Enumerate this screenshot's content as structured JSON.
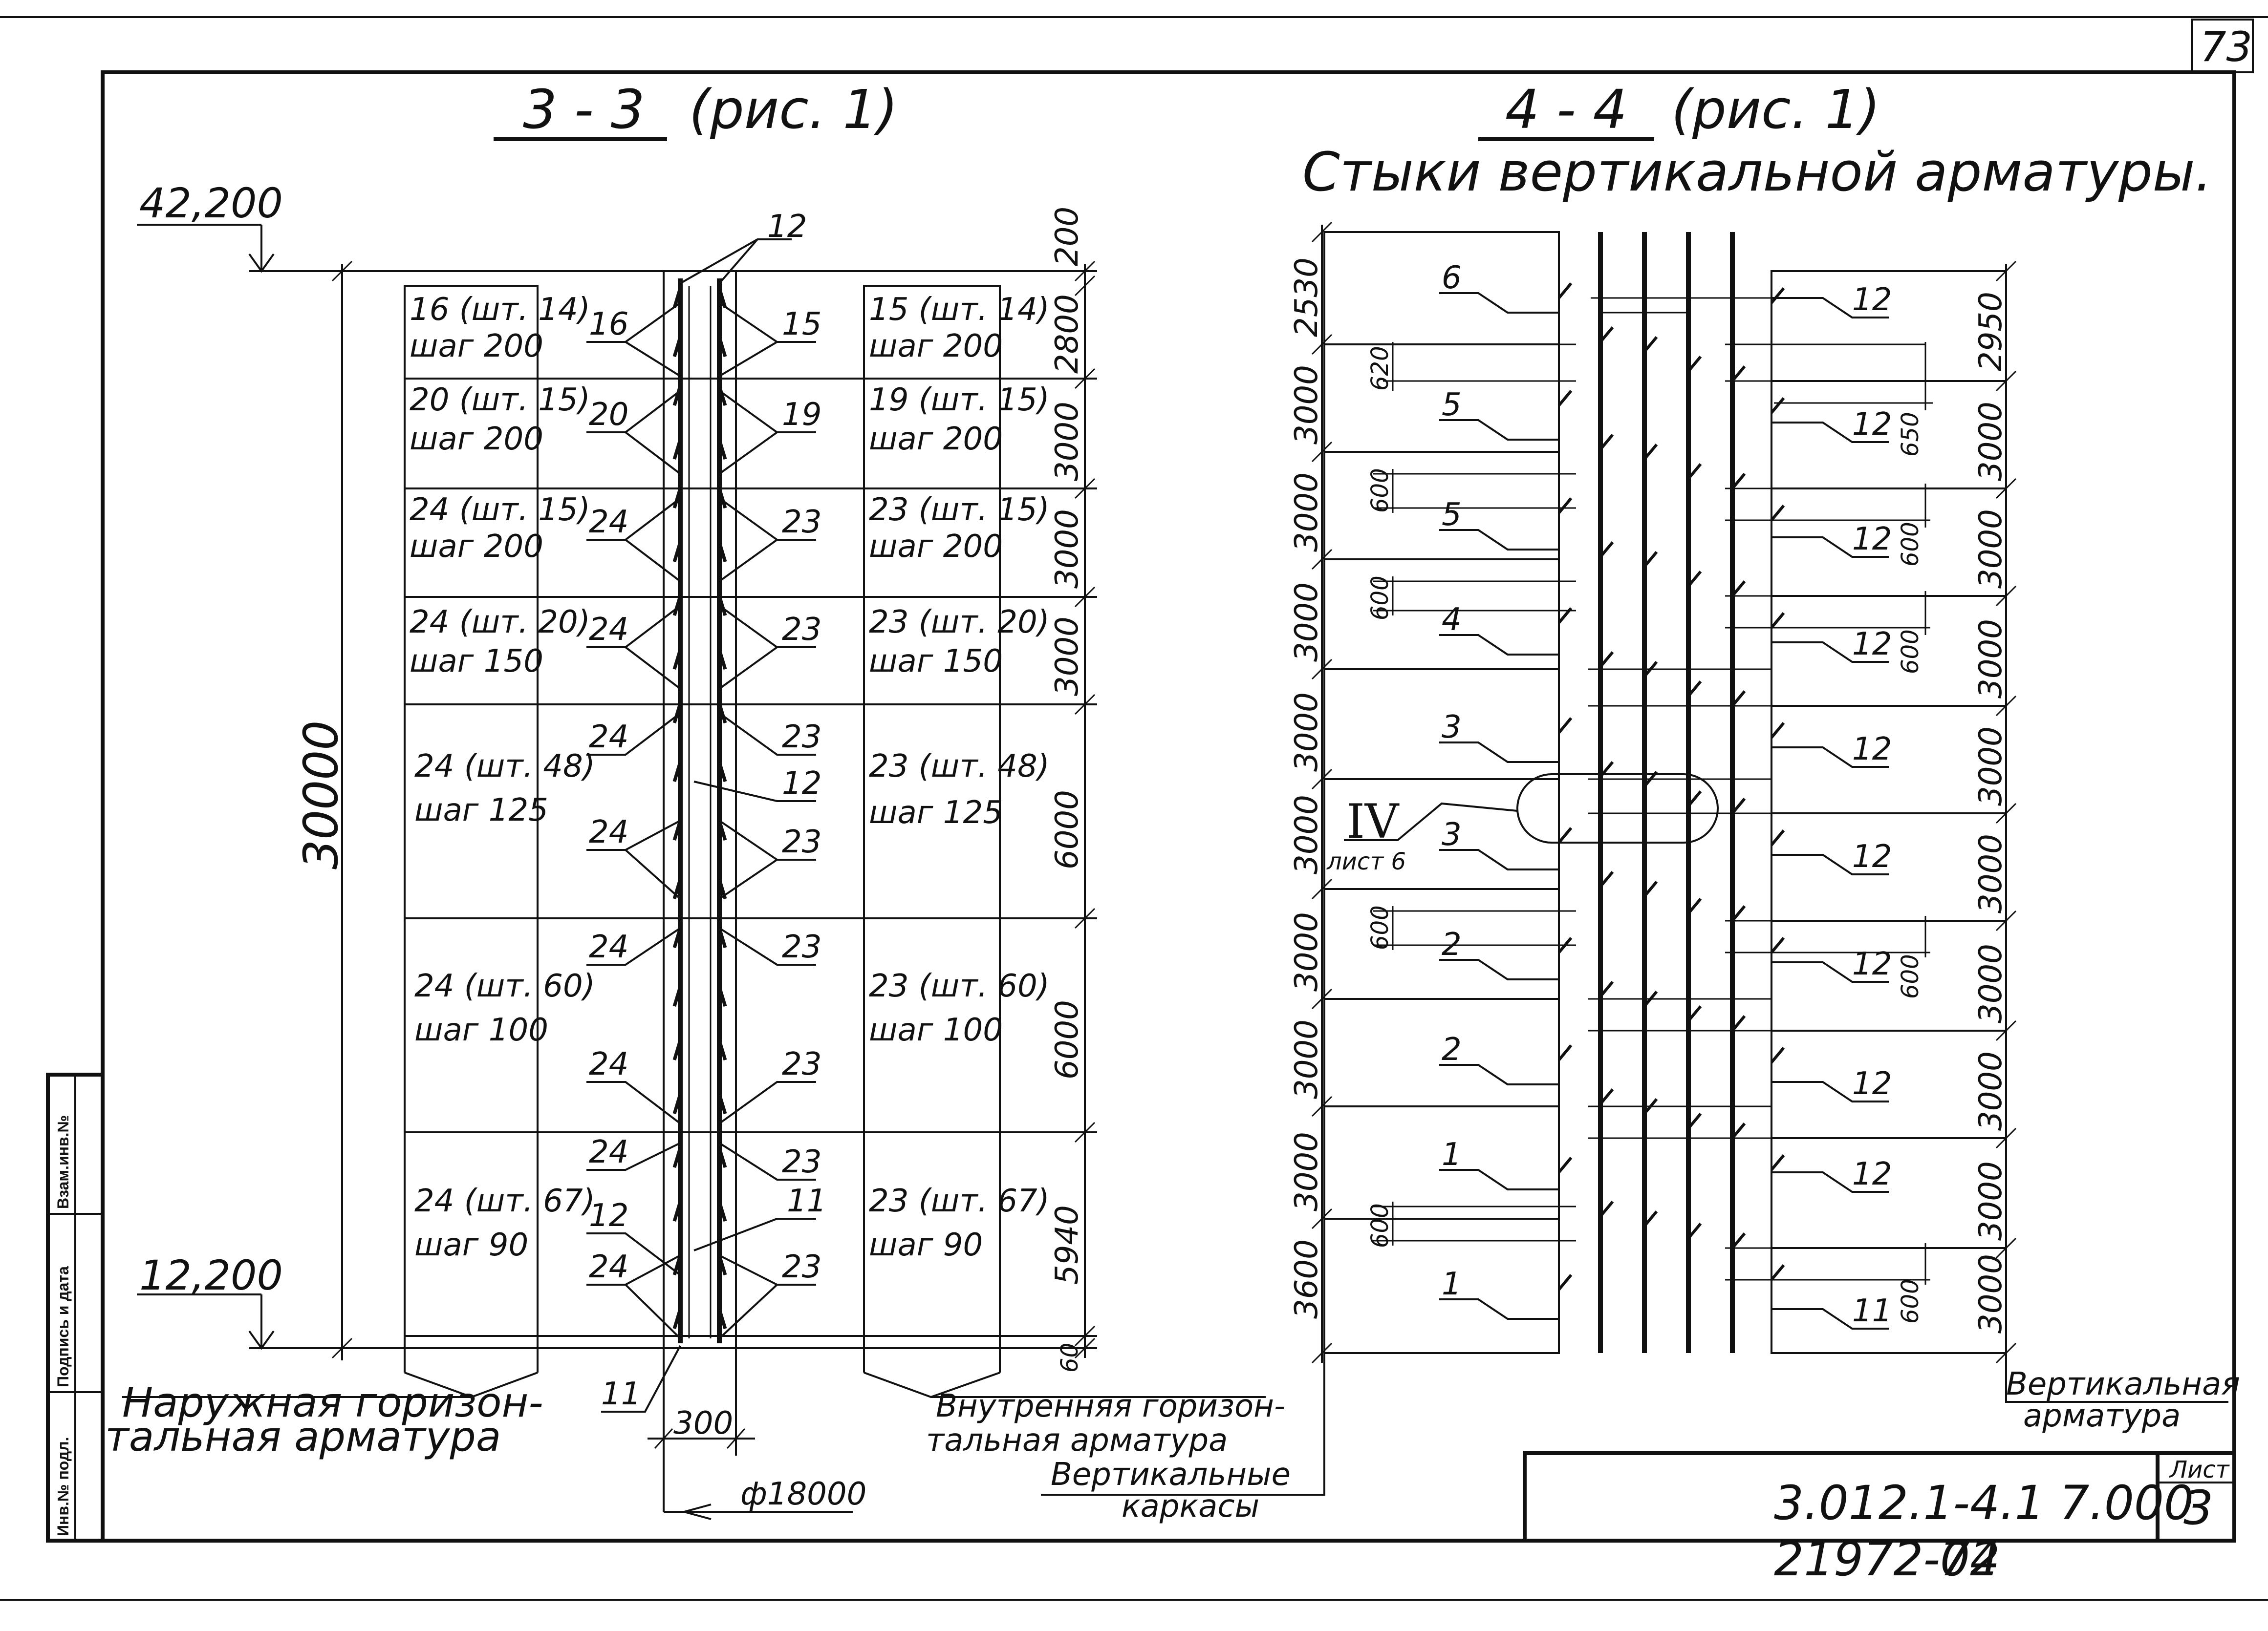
{
  "sheet": {
    "page_number": "73",
    "doc_code": "3.012.1-4.1 7.000",
    "sheet_label": "Лист",
    "sheet_number": "3",
    "archive_number": "21972-02",
    "archive_page": "74",
    "stamp_columns": [
      "Инв.№ подл.",
      "Подпись и дата",
      "Взам.инв.№"
    ]
  },
  "left_view": {
    "title_section": "3 - 3",
    "title_ref": "(рис. 1)",
    "top_elevation": "42,200",
    "bottom_elevation": "12,200",
    "total_height": "30000",
    "gap_width": "300",
    "diameter": "ф18000",
    "outer_label_line1": "Наружная горизон-",
    "outer_label_line2": "тальная арматура",
    "inner_label_line1": "Внутренняя горизон-",
    "inner_label_line2": "тальная арматура",
    "frames_label_line1": "Вертикальные",
    "frames_label_line2": "каркасы",
    "top_dim": "200",
    "bottom_dim": "60",
    "segments": [
      {
        "outer_count": "16 (шт. 14)",
        "outer_step": "шаг 200",
        "inner_count": "15 (шт. 14)",
        "inner_step": "шаг 200",
        "height": "2800"
      },
      {
        "outer_count": "20 (шт. 15)",
        "outer_step": "шаг 200",
        "inner_count": "19 (шт. 15)",
        "inner_step": "шаг 200",
        "height": "3000"
      },
      {
        "outer_count": "24 (шт. 15)",
        "outer_step": "шаг 200",
        "inner_count": "23 (шт. 15)",
        "inner_step": "шаг 200",
        "height": "3000"
      },
      {
        "outer_count": "24 (шт. 20)",
        "outer_step": "шаг 150",
        "inner_count": "23 (шт. 20)",
        "inner_step": "шаг 150",
        "height": "3000"
      },
      {
        "outer_count": "24 (шт. 48)",
        "outer_step": "шаг 125",
        "inner_count": "23 (шт. 48)",
        "inner_step": "шаг 125",
        "height": "6000"
      },
      {
        "outer_count": "24 (шт. 60)",
        "outer_step": "шаг 100",
        "inner_count": "23 (шт. 60)",
        "inner_step": "шаг 100",
        "height": "6000"
      },
      {
        "outer_count": "24 (шт. 67)",
        "outer_step": "шаг 90",
        "inner_count": "23 (шт. 67)",
        "inner_step": "шаг 90",
        "height": "5940"
      }
    ],
    "callouts_left": [
      "16",
      "20",
      "24",
      "24",
      "24",
      "24",
      "24",
      "24",
      "24",
      "12",
      "24",
      "11"
    ],
    "callouts_right": [
      "12",
      "15",
      "19",
      "23",
      "23",
      "23",
      "12",
      "23",
      "23",
      "23",
      "23",
      "11",
      "23"
    ]
  },
  "right_view": {
    "title_section": "4 - 4",
    "title_ref": "(рис. 1)",
    "subtitle": "Стыки вертикальной арматуры.",
    "node_ref": "IV",
    "node_sheet": "лист 6",
    "vertical_label_line1": "Вертикальная",
    "vertical_label_line2": "арматура",
    "left_heights": [
      "2530",
      "3000",
      "3000",
      "3000",
      "3000",
      "3000",
      "3000",
      "3000",
      "3000",
      "3600"
    ],
    "right_heights": [
      "2950",
      "3000",
      "3000",
      "3000",
      "3000",
      "3000",
      "3000",
      "3000",
      "3000",
      "3000"
    ],
    "left_laps": [
      "620",
      "600",
      "600",
      "600",
      "600"
    ],
    "right_laps": [
      "650",
      "600",
      "600",
      "600",
      "600"
    ],
    "left_marks": [
      "6",
      "5",
      "5",
      "4",
      "3",
      "3",
      "2",
      "2",
      "1",
      "1"
    ],
    "right_marks": [
      "12",
      "12",
      "12",
      "12",
      "12",
      "12",
      "12",
      "12",
      "12",
      "11"
    ]
  }
}
